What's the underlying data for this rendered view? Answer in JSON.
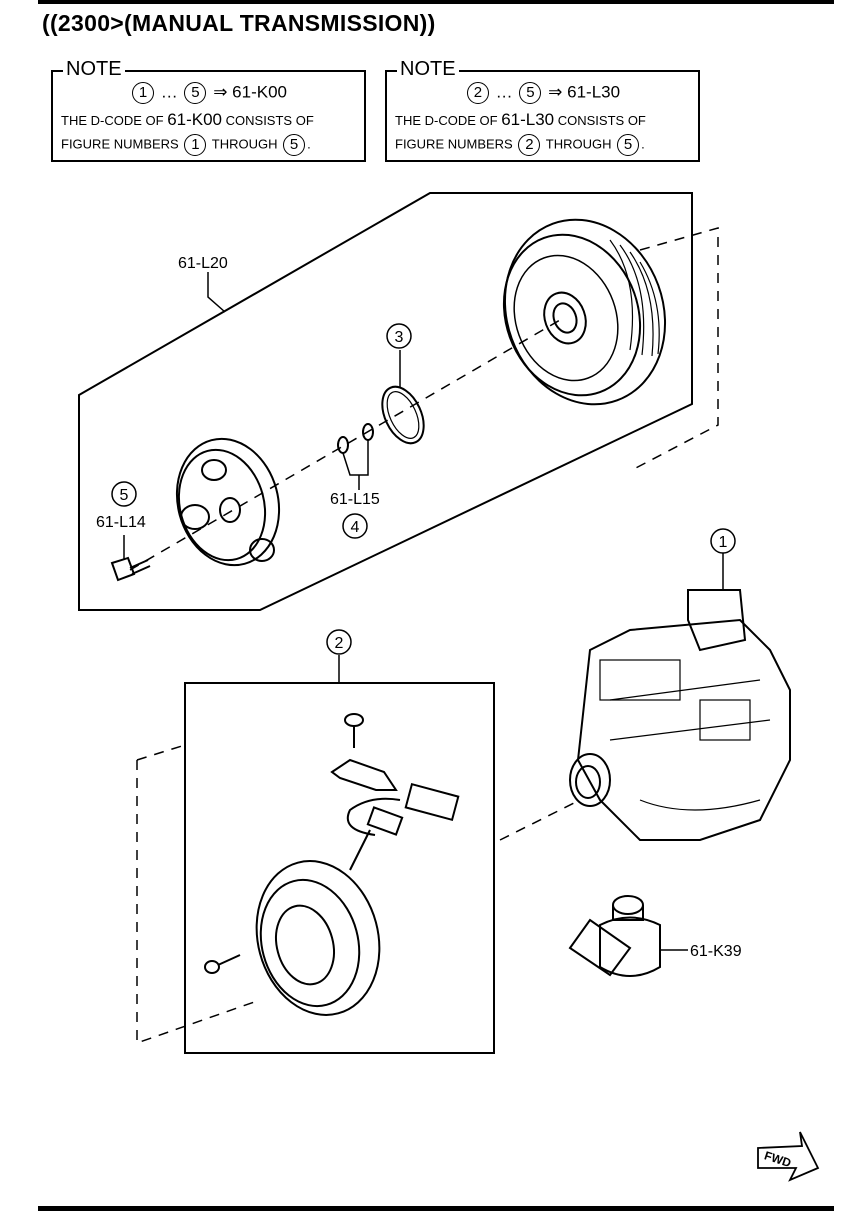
{
  "title": "((2300>(MANUAL TRANSMISSION))",
  "notes": [
    {
      "heading": "NOTE",
      "range_start": "1",
      "range_sep": "…",
      "range_end": "5",
      "arrow": "⇒",
      "code": "61-K00",
      "line2_a": "THE D-CODE OF",
      "line2_code": "61-K00",
      "line2_b": "CONSISTS OF",
      "line3_a": "FIGURE NUMBERS",
      "line3_start": "1",
      "line3_mid": "THROUGH",
      "line3_end": "5",
      "line3_tail": "."
    },
    {
      "heading": "NOTE",
      "range_start": "2",
      "range_sep": "…",
      "range_end": "5",
      "arrow": "⇒",
      "code": "61-L30",
      "line2_a": "THE D-CODE OF",
      "line2_code": "61-L30",
      "line2_b": "CONSISTS OF",
      "line3_a": "FIGURE NUMBERS",
      "line3_start": "2",
      "line3_mid": "THROUGH",
      "line3_end": "5",
      "line3_tail": "."
    }
  ],
  "parts": {
    "clutch_assembly": "61-L20",
    "snap_ring_callout": "3",
    "bolt_callout": "5",
    "bolt_code": "61-L14",
    "shims_code": "61-L15",
    "shims_callout": "4",
    "compressor_callout": "1",
    "field_coil_callout": "2",
    "cap_code": "61-K39"
  },
  "fwd_label": "FWD"
}
